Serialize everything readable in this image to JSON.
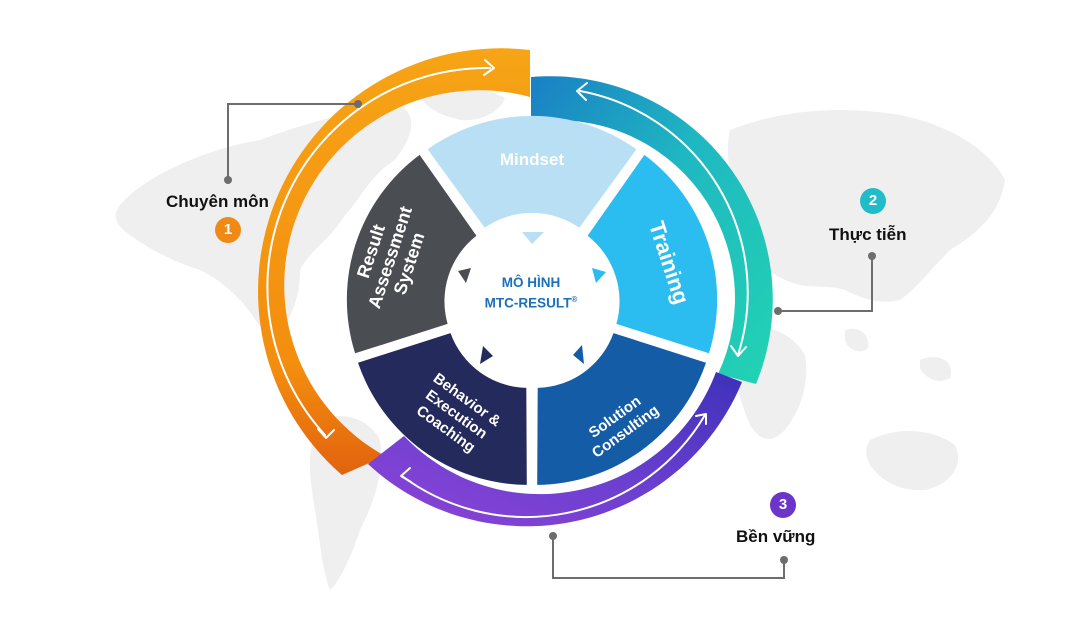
{
  "center": {
    "line1": "MÔ HÌNH",
    "line2": "MTC-RESULT",
    "mark": "®"
  },
  "segments": {
    "mindset": "Mindset",
    "training": "Training",
    "solution": [
      "Solution",
      "Consulting"
    ],
    "behavior": [
      "Behavior &",
      "Execution",
      "Coaching"
    ],
    "result": [
      "Result",
      "Assessment",
      "System"
    ]
  },
  "pillars": [
    {
      "number": "1",
      "label": "Chuyên môn"
    },
    {
      "number": "2",
      "label": "Thực tiễn"
    },
    {
      "number": "3",
      "label": "Bền vững"
    }
  ],
  "colors": {
    "mindset": "#b9dff5",
    "training": "#2bbdf0",
    "solution": "#145ca6",
    "behavior": "#242a5c",
    "result": "#4a4d51",
    "arc_orange": "#f39a12",
    "arc_teal": "#1fc3b4",
    "arc_purple": "#7140d0",
    "badge1": "#ef8a16",
    "badge2": "#22bcc8",
    "badge3": "#6a35c8",
    "map": "#eeeeee",
    "connector": "#6d6d6d"
  }
}
